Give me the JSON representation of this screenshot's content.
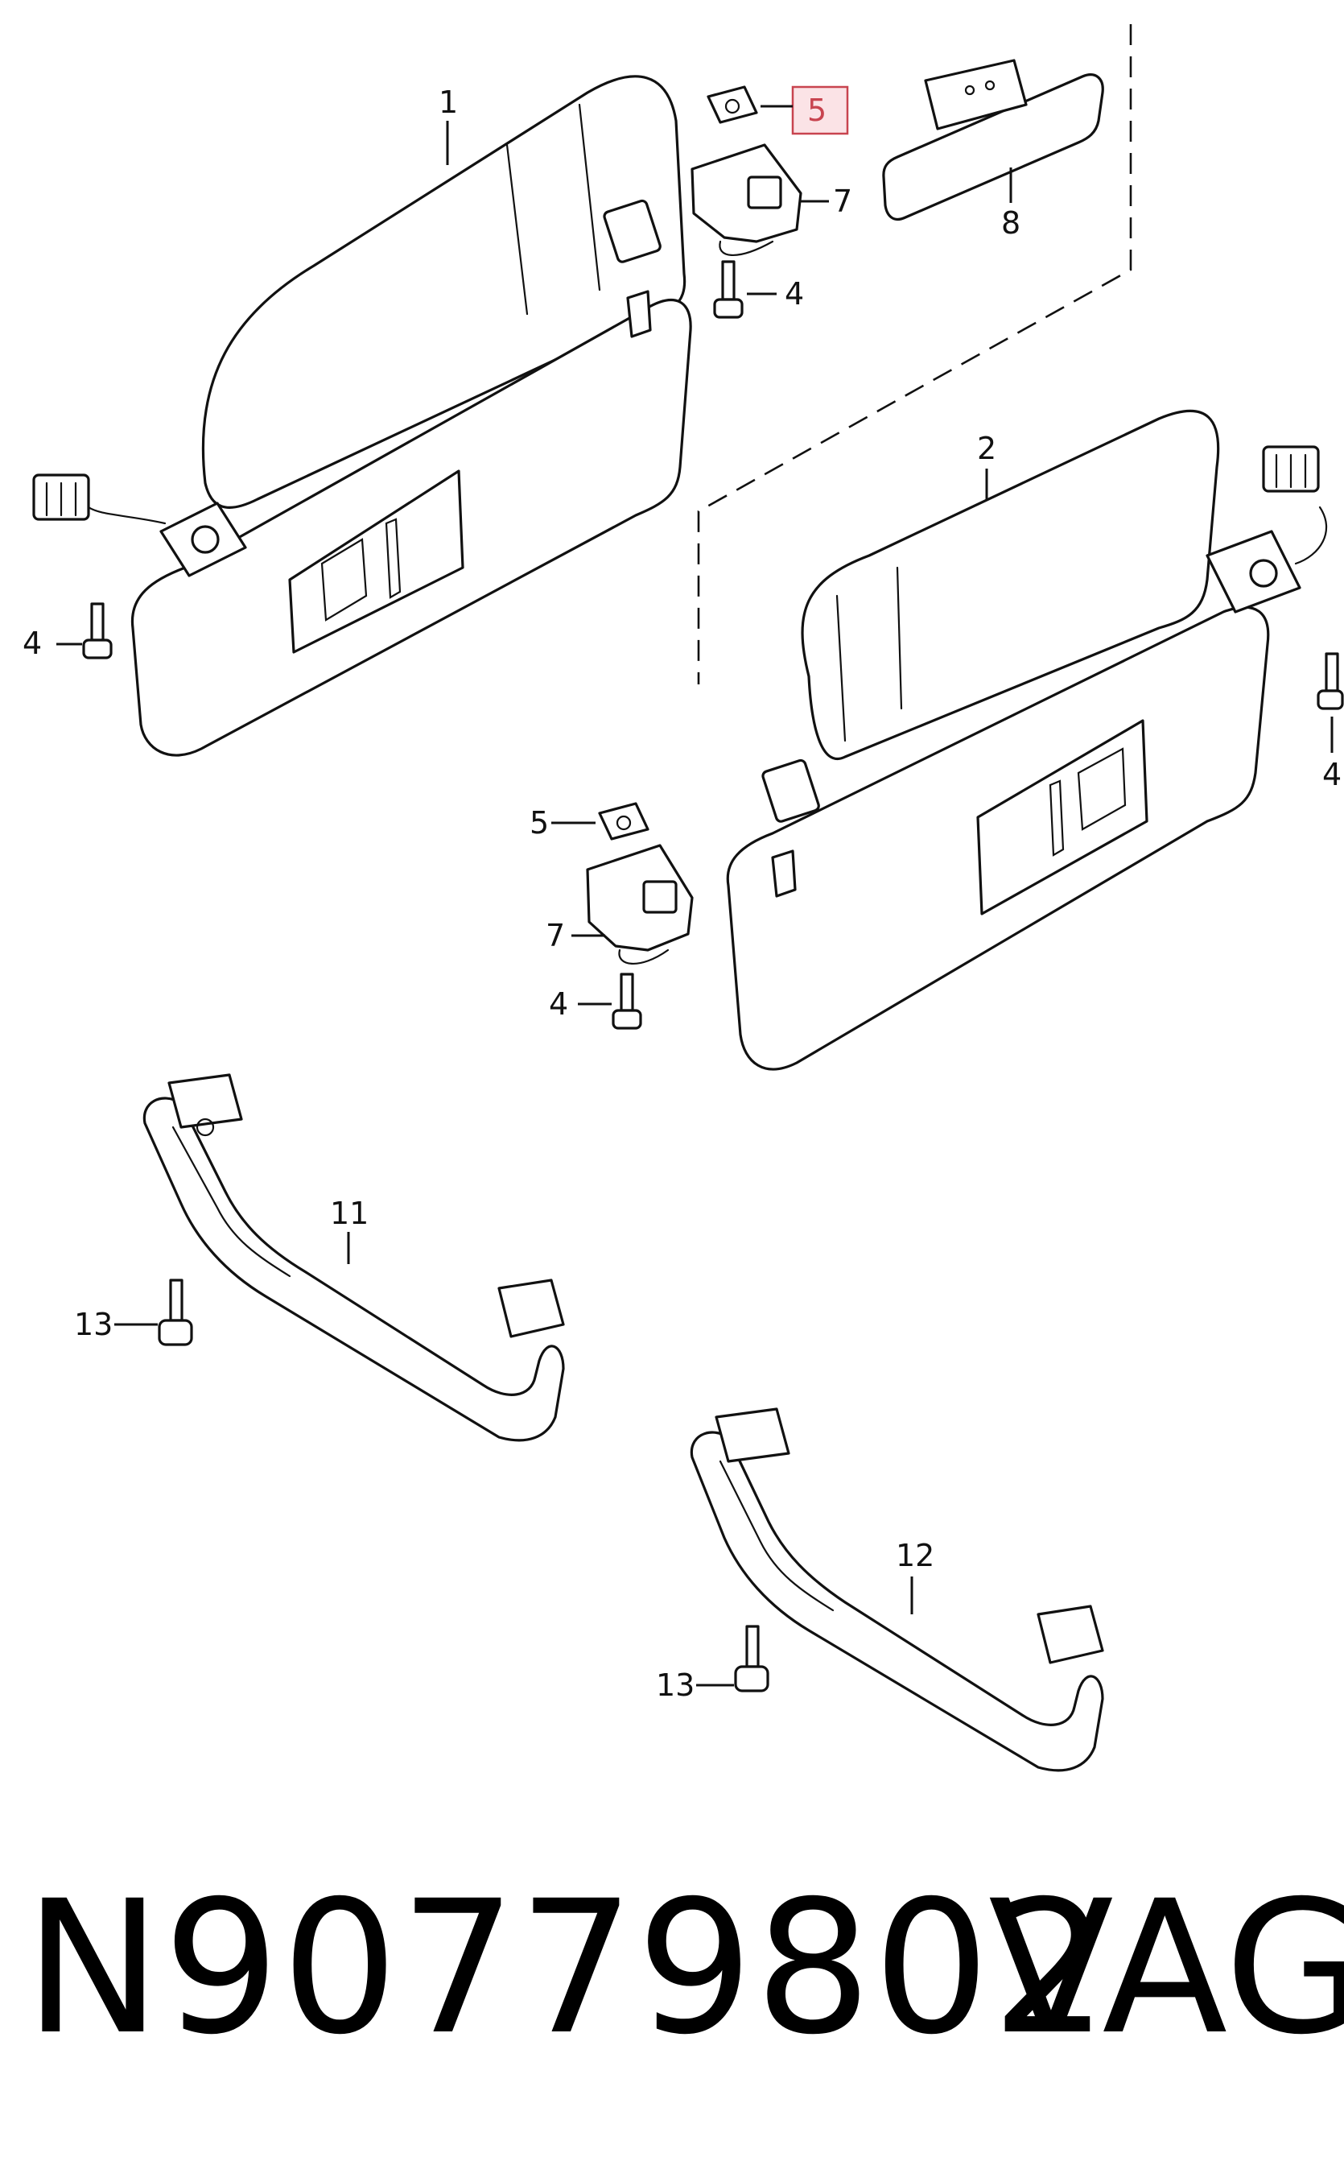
{
  "callouts": [
    {
      "id": "c1",
      "label": "1"
    },
    {
      "id": "c2",
      "label": "2"
    },
    {
      "id": "c4a",
      "label": "4"
    },
    {
      "id": "c4b",
      "label": "4"
    },
    {
      "id": "c4c",
      "label": "4"
    },
    {
      "id": "c4d",
      "label": "4"
    },
    {
      "id": "c5a",
      "label": "5"
    },
    {
      "id": "c5b",
      "label": "5"
    },
    {
      "id": "c7a",
      "label": "7"
    },
    {
      "id": "c7b",
      "label": "7"
    },
    {
      "id": "c8",
      "label": "8"
    },
    {
      "id": "c11",
      "label": "11"
    },
    {
      "id": "c12",
      "label": "12"
    },
    {
      "id": "c13a",
      "label": "13"
    },
    {
      "id": "c13b",
      "label": "13"
    }
  ],
  "highlighted_callout": "5",
  "highlight_color": "#c8444f",
  "footer": {
    "part_number": "N90779802",
    "brand": "VAG"
  }
}
